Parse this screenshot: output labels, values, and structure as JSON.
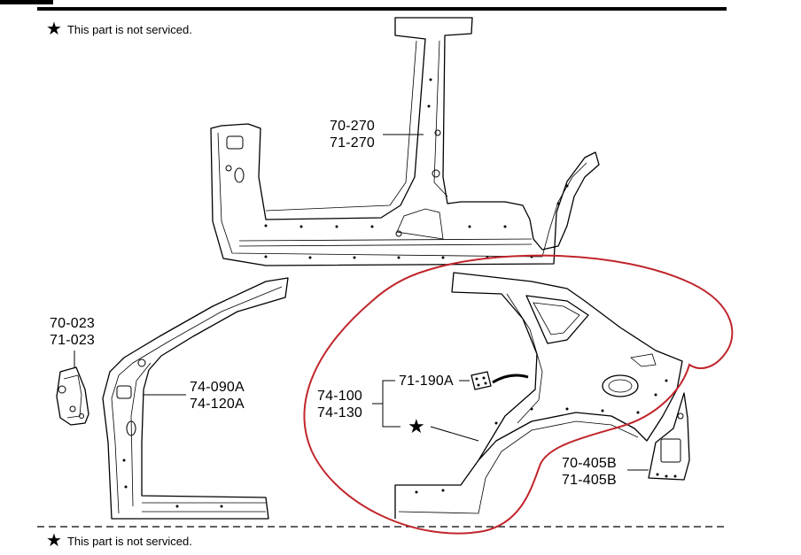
{
  "notes": {
    "top_star": "★",
    "top_text": "This part is not serviced.",
    "bottom_star": "★",
    "bottom_text": "This part is not serviced."
  },
  "callouts": {
    "center_pillar": [
      "70-270",
      "71-270"
    ],
    "front_left_bracket": [
      "70-023",
      "71-023"
    ],
    "front_side_outer": [
      "74-090A",
      "74-120A"
    ],
    "rear_side_outer": [
      "74-100",
      "74-130"
    ],
    "fuel_lid_hinge": "71-190A",
    "rear_bracket": [
      "70-405B",
      "71-405B"
    ],
    "not_serviced_star": "★"
  },
  "colors": {
    "line": "#000000",
    "highlight": "#c0262c"
  },
  "icons": [
    "star-icon"
  ]
}
